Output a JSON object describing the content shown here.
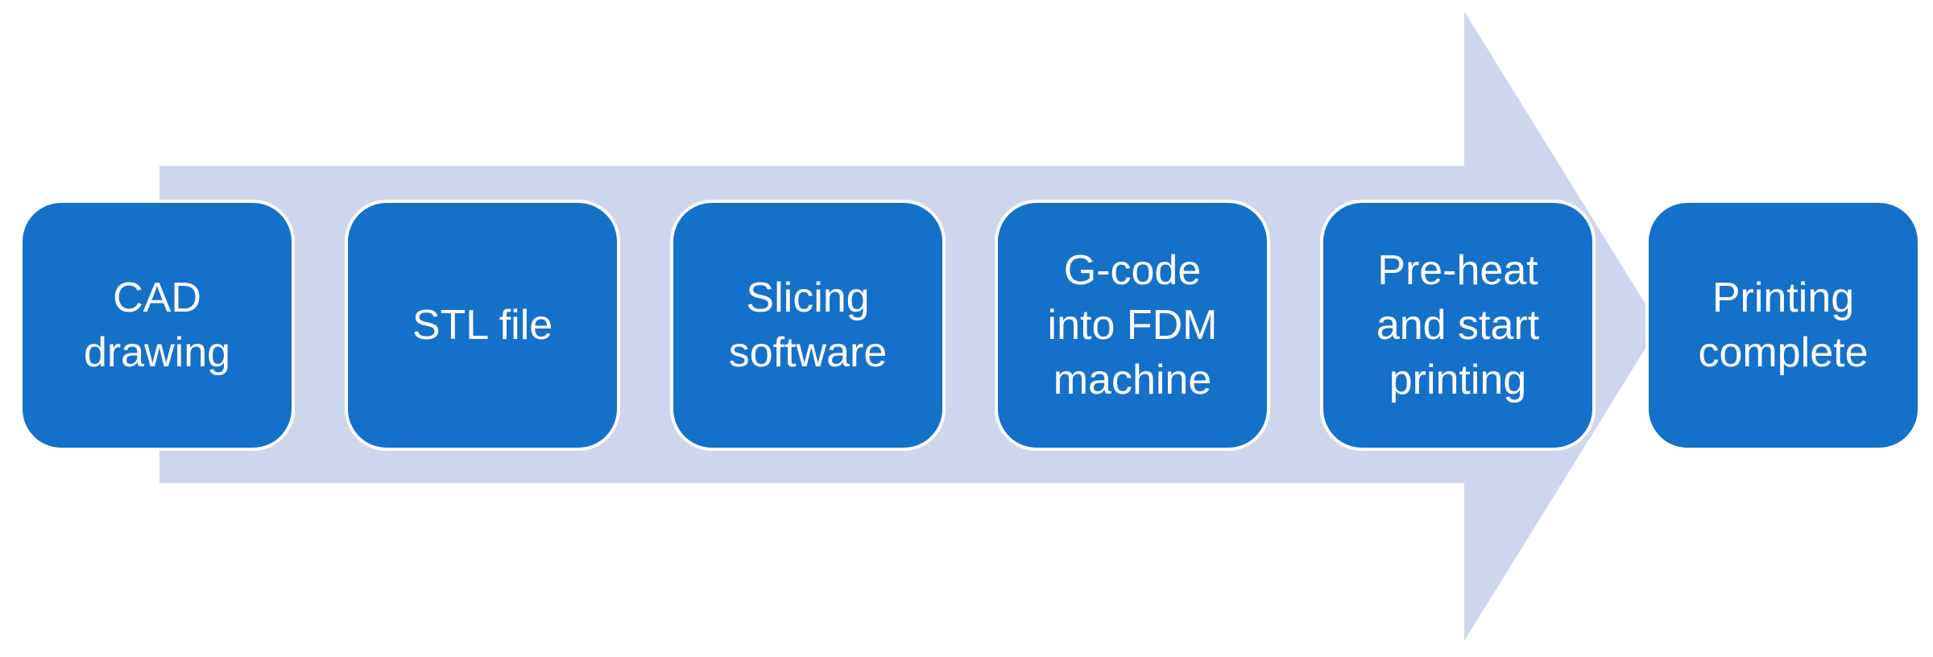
{
  "colors": {
    "arrow": "#CDD6EC",
    "box": "#1570C9",
    "text": "#FFFFFF"
  },
  "steps": [
    {
      "label": "CAD\ndrawing"
    },
    {
      "label": "STL file"
    },
    {
      "label": "Slicing\nsoftware"
    },
    {
      "label": "G-code\ninto FDM\nmachine"
    },
    {
      "label": "Pre-heat\nand start\nprinting"
    },
    {
      "label": "Printing\ncomplete"
    }
  ]
}
